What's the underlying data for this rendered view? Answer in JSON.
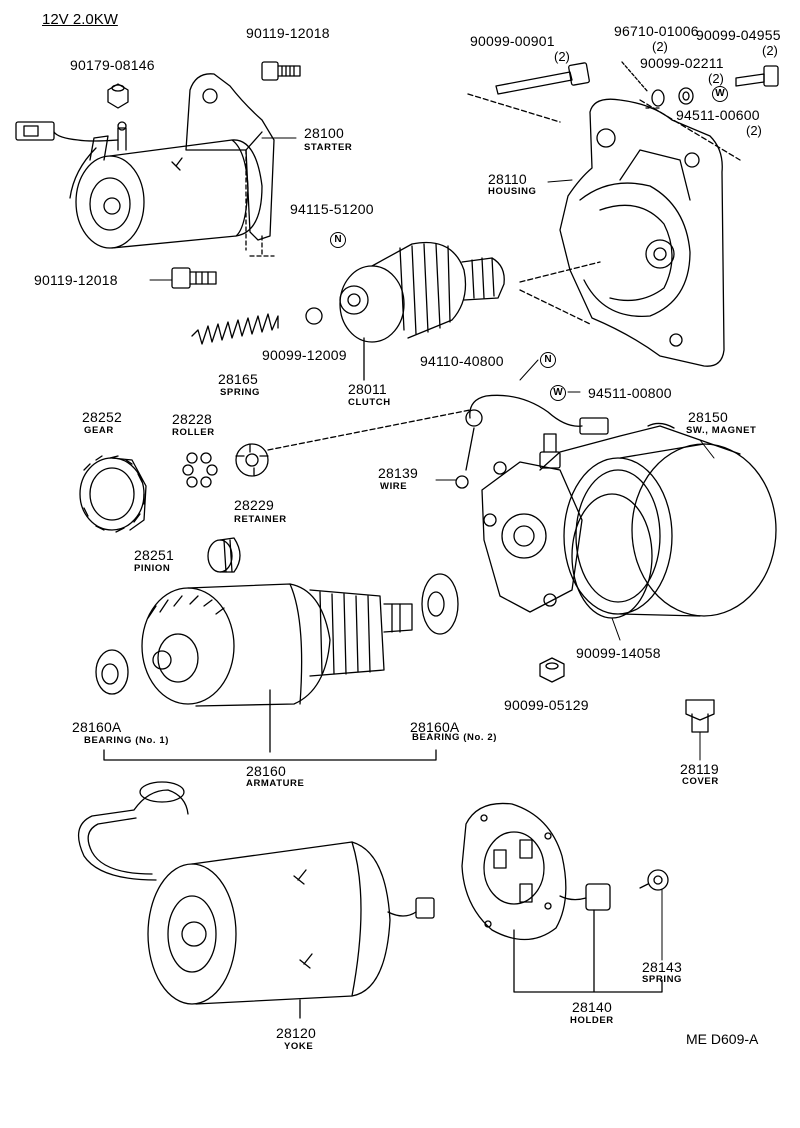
{
  "title": "12V 2.0KW",
  "diagram_code": "ME  D609-A",
  "parts": [
    {
      "id": "p_90119_top",
      "number": "90119-12018",
      "name": "",
      "qty": ""
    },
    {
      "id": "p_90179",
      "number": "90179-08146",
      "name": "",
      "qty": ""
    },
    {
      "id": "p_28100",
      "number": "28100",
      "name": "STARTER",
      "qty": ""
    },
    {
      "id": "p_90119_low",
      "number": "90119-12018",
      "name": "",
      "qty": ""
    },
    {
      "id": "p_94115",
      "number": "94115-51200",
      "name": "",
      "qty": ""
    },
    {
      "id": "p_90099_00901",
      "number": "90099-00901",
      "name": "",
      "qty": "(2)"
    },
    {
      "id": "p_96710",
      "number": "96710-01006",
      "name": "",
      "qty": "(2)"
    },
    {
      "id": "p_90099_02211",
      "number": "90099-02211",
      "name": "",
      "qty": "(2)"
    },
    {
      "id": "p_90099_04955",
      "number": "90099-04955",
      "name": "",
      "qty": "(2)"
    },
    {
      "id": "p_94511_00600",
      "number": "94511-00600",
      "name": "",
      "qty": "(2)"
    },
    {
      "id": "p_28110",
      "number": "28110",
      "name": "HOUSING",
      "qty": ""
    },
    {
      "id": "p_28165",
      "number": "28165",
      "name": "SPRING",
      "qty": ""
    },
    {
      "id": "p_90099_12009",
      "number": "90099-12009",
      "name": "",
      "qty": ""
    },
    {
      "id": "p_28011",
      "number": "28011",
      "name": "CLUTCH",
      "qty": ""
    },
    {
      "id": "p_94110",
      "number": "94110-40800",
      "name": "",
      "qty": ""
    },
    {
      "id": "p_94511_00800",
      "number": "94511-00800",
      "name": "",
      "qty": ""
    },
    {
      "id": "p_28252",
      "number": "28252",
      "name": "GEAR",
      "qty": ""
    },
    {
      "id": "p_28228",
      "number": "28228",
      "name": "ROLLER",
      "qty": ""
    },
    {
      "id": "p_28229",
      "number": "28229",
      "name": "RETAINER",
      "qty": ""
    },
    {
      "id": "p_28139",
      "number": "28139",
      "name": "WIRE",
      "qty": ""
    },
    {
      "id": "p_28150",
      "number": "28150",
      "name": "SW., MAGNET",
      "qty": ""
    },
    {
      "id": "p_28251",
      "number": "28251",
      "name": "PINION",
      "qty": ""
    },
    {
      "id": "p_90099_14058",
      "number": "90099-14058",
      "name": "",
      "qty": ""
    },
    {
      "id": "p_90099_05129",
      "number": "90099-05129",
      "name": "",
      "qty": ""
    },
    {
      "id": "p_28160A_1",
      "number": "28160A",
      "name": "BEARING (No. 1)",
      "qty": ""
    },
    {
      "id": "p_28160A_2",
      "number": "28160A",
      "name": "BEARING (No. 2)",
      "qty": ""
    },
    {
      "id": "p_28160",
      "number": "28160",
      "name": "ARMATURE",
      "qty": ""
    },
    {
      "id": "p_28119",
      "number": "28119",
      "name": "COVER",
      "qty": ""
    },
    {
      "id": "p_28143",
      "number": "28143",
      "name": "SPRING",
      "qty": ""
    },
    {
      "id": "p_28140",
      "number": "28140",
      "name": "HOLDER",
      "qty": ""
    },
    {
      "id": "p_28120",
      "number": "28120",
      "name": "YOKE",
      "qty": ""
    }
  ],
  "symbols": {
    "n_94115": "N",
    "n_94110": "N",
    "w_94511_00600": "W",
    "w_94511_00800": "W"
  }
}
